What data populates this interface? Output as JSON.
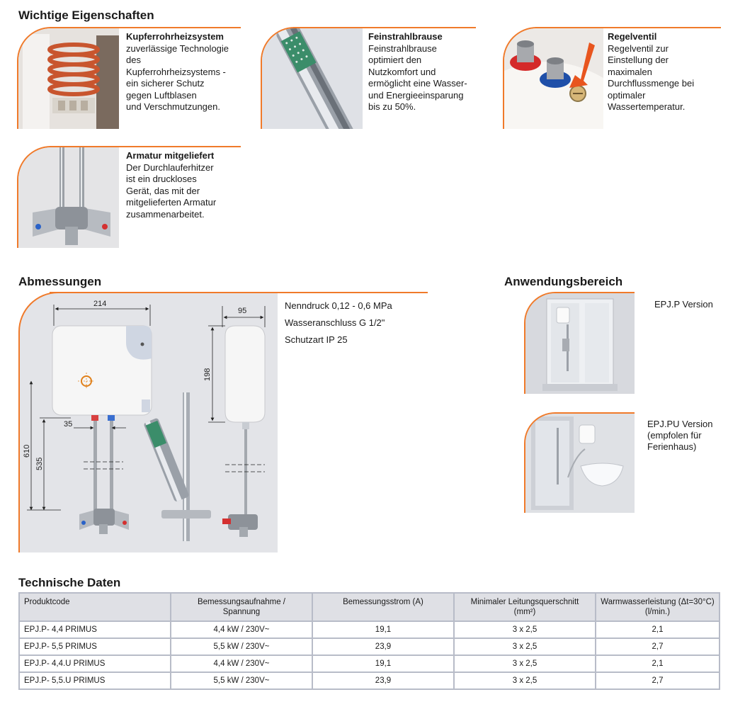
{
  "features": {
    "title": "Wichtige Eigenschaften",
    "items": [
      {
        "title": "Kupferrohrheizsystem",
        "lines": [
          "zuverlässige Technologie",
          "des",
          "Kupferrohrheizsystems -",
          "ein sicherer Schutz",
          "gegen Luftblasen",
          "und Verschmutzungen."
        ]
      },
      {
        "title": "Feinstrahlbrause",
        "lines": [
          "Feinstrahlbrause",
          "optimiert den",
          "Nutzkomfort und",
          "ermöglicht eine Wasser-",
          "und Energieeinsparung",
          "bis zu 50%."
        ]
      },
      {
        "title": "Regelventil",
        "lines": [
          "Regelventil zur",
          "Einstellung der",
          "maximalen",
          "Durchflussmenge bei",
          "optimaler",
          "Wassertemperatur."
        ]
      },
      {
        "title": "Armatur mitgeliefert",
        "lines": [
          "Der Durchlauferhitzer",
          "ist ein druckloses",
          "Gerät, das mit der",
          "mitgelieferten Armatur",
          "zusammenarbeitet."
        ]
      }
    ]
  },
  "dimensions": {
    "title": "Abmessungen",
    "labels": {
      "width": "214",
      "depth": "95",
      "height": "198",
      "total": "610",
      "pipe": "535",
      "spacing": "35"
    },
    "specs": [
      "Nenndruck 0,12 - 0,6 MPa",
      "Wasseranschluss G 1/2\"",
      "Schutzart IP 25"
    ]
  },
  "application": {
    "title": "Anwendungsbereich",
    "items": [
      {
        "lines": [
          "EPJ.P Version"
        ]
      },
      {
        "lines": [
          "EPJ.PU Version",
          "(empfolen für",
          "Ferienhaus)"
        ]
      }
    ]
  },
  "tech": {
    "title": "Technische Daten",
    "headers": [
      "Produktcode",
      "Bemessungsaufnahme /\nSpannung",
      "Bemessungsstrom (A)",
      "Minimaler Leitungsquerschnitt\n(mm²)",
      "Warmwasserleistung (Δt=30°C)\n(l/min.)"
    ],
    "rows": [
      [
        "EPJ.P- 4,4 PRIMUS",
        "4,4 kW / 230V~",
        "19,1",
        "3 x 2,5",
        "2,1"
      ],
      [
        "EPJ.P- 5,5 PRIMUS",
        "5,5 kW / 230V~",
        "23,9",
        "3 x 2,5",
        "2,7"
      ],
      [
        "EPJ.P- 4,4.U PRIMUS",
        "4,4 kW / 230V~",
        "19,1",
        "3 x 2,5",
        "2,1"
      ],
      [
        "EPJ.P- 5,5.U PRIMUS",
        "5,5 kW / 230V~",
        "23,9",
        "3 x 2,5",
        "2,7"
      ]
    ]
  },
  "colors": {
    "accent": "#f07a2a",
    "panel": "#e3e4e8",
    "table_header": "#dfe0e5"
  }
}
